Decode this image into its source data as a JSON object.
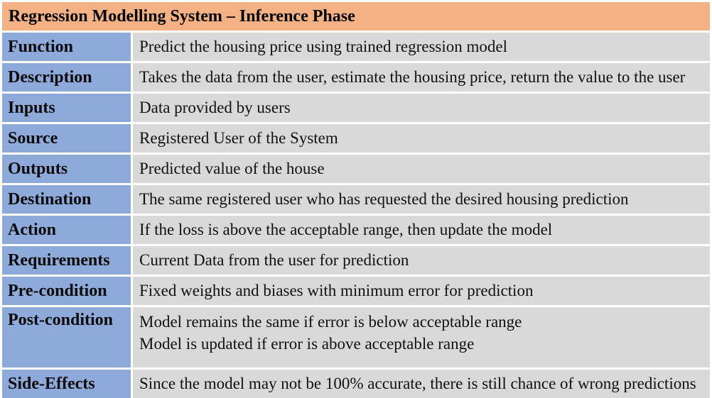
{
  "table": {
    "title": "Regression Modelling System – Inference Phase",
    "rows": [
      {
        "label": "Function",
        "lines": [
          "Predict the housing price using trained regression model"
        ]
      },
      {
        "label": "Description",
        "lines": [
          "Takes the data from the user, estimate the housing price, return the value to the user"
        ]
      },
      {
        "label": "Inputs",
        "lines": [
          "Data provided by users"
        ]
      },
      {
        "label": "Source",
        "lines": [
          "Registered User of the System"
        ]
      },
      {
        "label": "Outputs",
        "lines": [
          "Predicted value of the house"
        ]
      },
      {
        "label": "Destination",
        "lines": [
          "The same registered user who has requested the desired housing prediction"
        ]
      },
      {
        "label": "Action",
        "lines": [
          "If the loss is above the acceptable range, then update the model"
        ]
      },
      {
        "label": "Requirements",
        "lines": [
          "Current Data from the user for prediction"
        ]
      },
      {
        "label": "Pre-condition",
        "lines": [
          "Fixed weights and biases with minimum error for prediction"
        ]
      },
      {
        "label": "Post-condition",
        "lines": [
          "Model remains the same if error is below acceptable range",
          "Model is updated if error is above acceptable range"
        ]
      },
      {
        "label": "Side-Effects",
        "lines": [
          "Since the model may not be 100% accurate, there is still chance of wrong predictions"
        ]
      }
    ]
  },
  "colors": {
    "header_bg": "#f4b183",
    "label_bg": "#8eaadb",
    "value_bg": "#d9d9d9"
  }
}
